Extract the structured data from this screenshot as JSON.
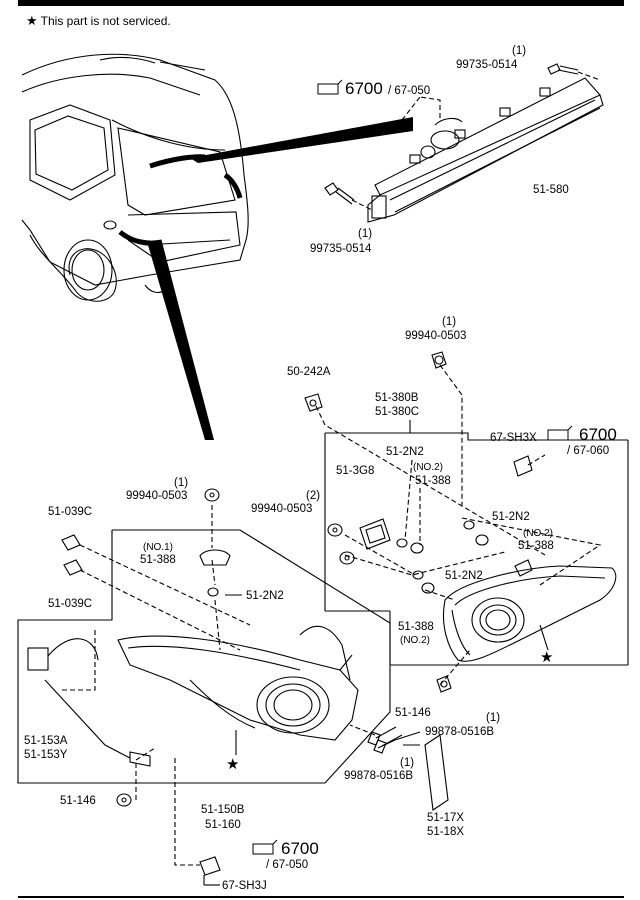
{
  "note": {
    "star": "★",
    "text": "This part is not serviced."
  },
  "refs": {
    "ref_top": {
      "num": "6700",
      "sub": "/ 67-050"
    },
    "ref_right": {
      "num": "6700",
      "sub": "/ 67-060"
    },
    "ref_bot": {
      "num": "6700",
      "sub": "/ 67-050"
    }
  },
  "parts": {
    "p_99735_top": {
      "qty": "(1)",
      "code": "99735-0514"
    },
    "p_51_580": {
      "code": "51-580"
    },
    "p_99735_mid": {
      "qty": "(1)",
      "code": "99735-0514"
    },
    "p_99940_r": {
      "qty": "(1)",
      "code": "99940-0503"
    },
    "p_50_242A": {
      "code": "50-242A"
    },
    "p_51_380": {
      "code1": "51-380B",
      "code2": "51-380C"
    },
    "p_51_2N2_a": {
      "code": "51-2N2"
    },
    "p_51_3G8": {
      "code": "51-3G8"
    },
    "p_51_388_a": {
      "qty": "(NO.2)",
      "code": "51-388"
    },
    "p_67_SH3X": {
      "code": "67-SH3X"
    },
    "p_99940_l": {
      "qty": "(1)",
      "code": "99940-0503"
    },
    "p_99940_m": {
      "qty": "(2)",
      "code": "99940-0503"
    },
    "p_51_039C_top": {
      "code": "51-039C"
    },
    "p_51_388_no1": {
      "qty": "(NO.1)",
      "code": "51-388"
    },
    "p_51_2N2_b": {
      "code": "51-2N2"
    },
    "p_51_2N2_c": {
      "code": "51-2N2"
    },
    "p_51_388_b": {
      "qty": "(NO.2)",
      "code": "51-388"
    },
    "p_51_2N2_d": {
      "code": "51-2N2"
    },
    "p_51_388_c": {
      "qty": "(NO.2)",
      "code": "51-388"
    },
    "p_51_039C_bot": {
      "code": "51-039C"
    },
    "p_51_153": {
      "code1": "51-153A",
      "code2": "51-153Y"
    },
    "p_51_146_r": {
      "code": "51-146"
    },
    "p_99878_a": {
      "qty": "(1)",
      "code": "99878-0516B"
    },
    "p_99878_b": {
      "qty": "(1)",
      "code": "99878-0516B"
    },
    "p_51_146_l": {
      "code": "51-146"
    },
    "p_51_150": {
      "code1": "51-150B",
      "code2": "51-160"
    },
    "p_51_17X": {
      "code1": "51-17X",
      "code2": "51-18X"
    },
    "p_67_SH3J": {
      "code": "67-SH3J"
    }
  },
  "stars": {
    "left_lamp": "★",
    "right_lamp": "★"
  }
}
